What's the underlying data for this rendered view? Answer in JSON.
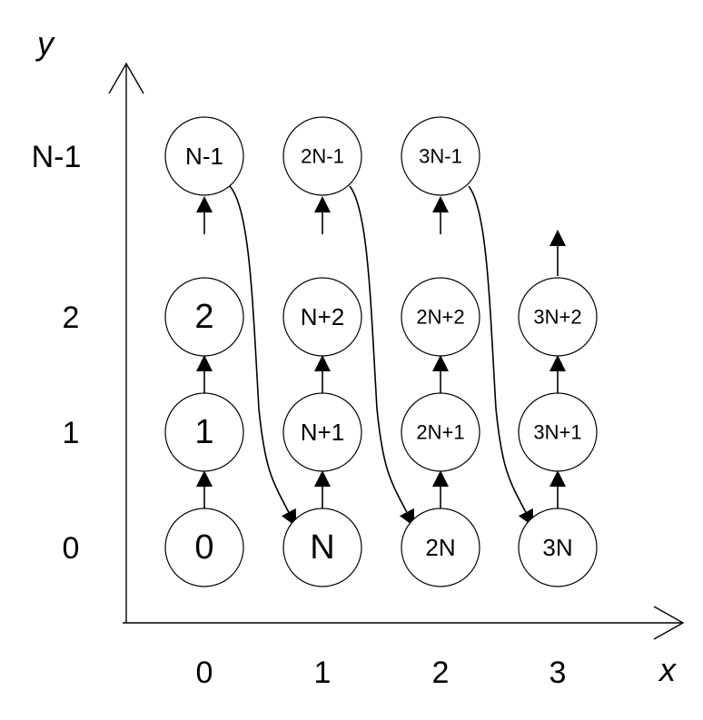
{
  "axes": {
    "x_name": "x",
    "y_name": "y",
    "x_ticks": [
      "0",
      "1",
      "2",
      "3"
    ],
    "y_ticks": [
      "0",
      "1",
      "2",
      "N-1"
    ]
  },
  "nodes": [
    {
      "col": 0,
      "row": 0,
      "label": "0"
    },
    {
      "col": 0,
      "row": 1,
      "label": "1"
    },
    {
      "col": 0,
      "row": 2,
      "label": "2"
    },
    {
      "col": 0,
      "row": 3,
      "label": "N-1"
    },
    {
      "col": 1,
      "row": 0,
      "label": "N"
    },
    {
      "col": 1,
      "row": 1,
      "label": "N+1"
    },
    {
      "col": 1,
      "row": 2,
      "label": "N+2"
    },
    {
      "col": 1,
      "row": 3,
      "label": "2N-1"
    },
    {
      "col": 2,
      "row": 0,
      "label": "2N"
    },
    {
      "col": 2,
      "row": 1,
      "label": "2N+1"
    },
    {
      "col": 2,
      "row": 2,
      "label": "2N+2"
    },
    {
      "col": 2,
      "row": 3,
      "label": "3N-1"
    },
    {
      "col": 3,
      "row": 0,
      "label": "3N"
    },
    {
      "col": 3,
      "row": 1,
      "label": "3N+1"
    },
    {
      "col": 3,
      "row": 2,
      "label": "3N+2"
    }
  ]
}
